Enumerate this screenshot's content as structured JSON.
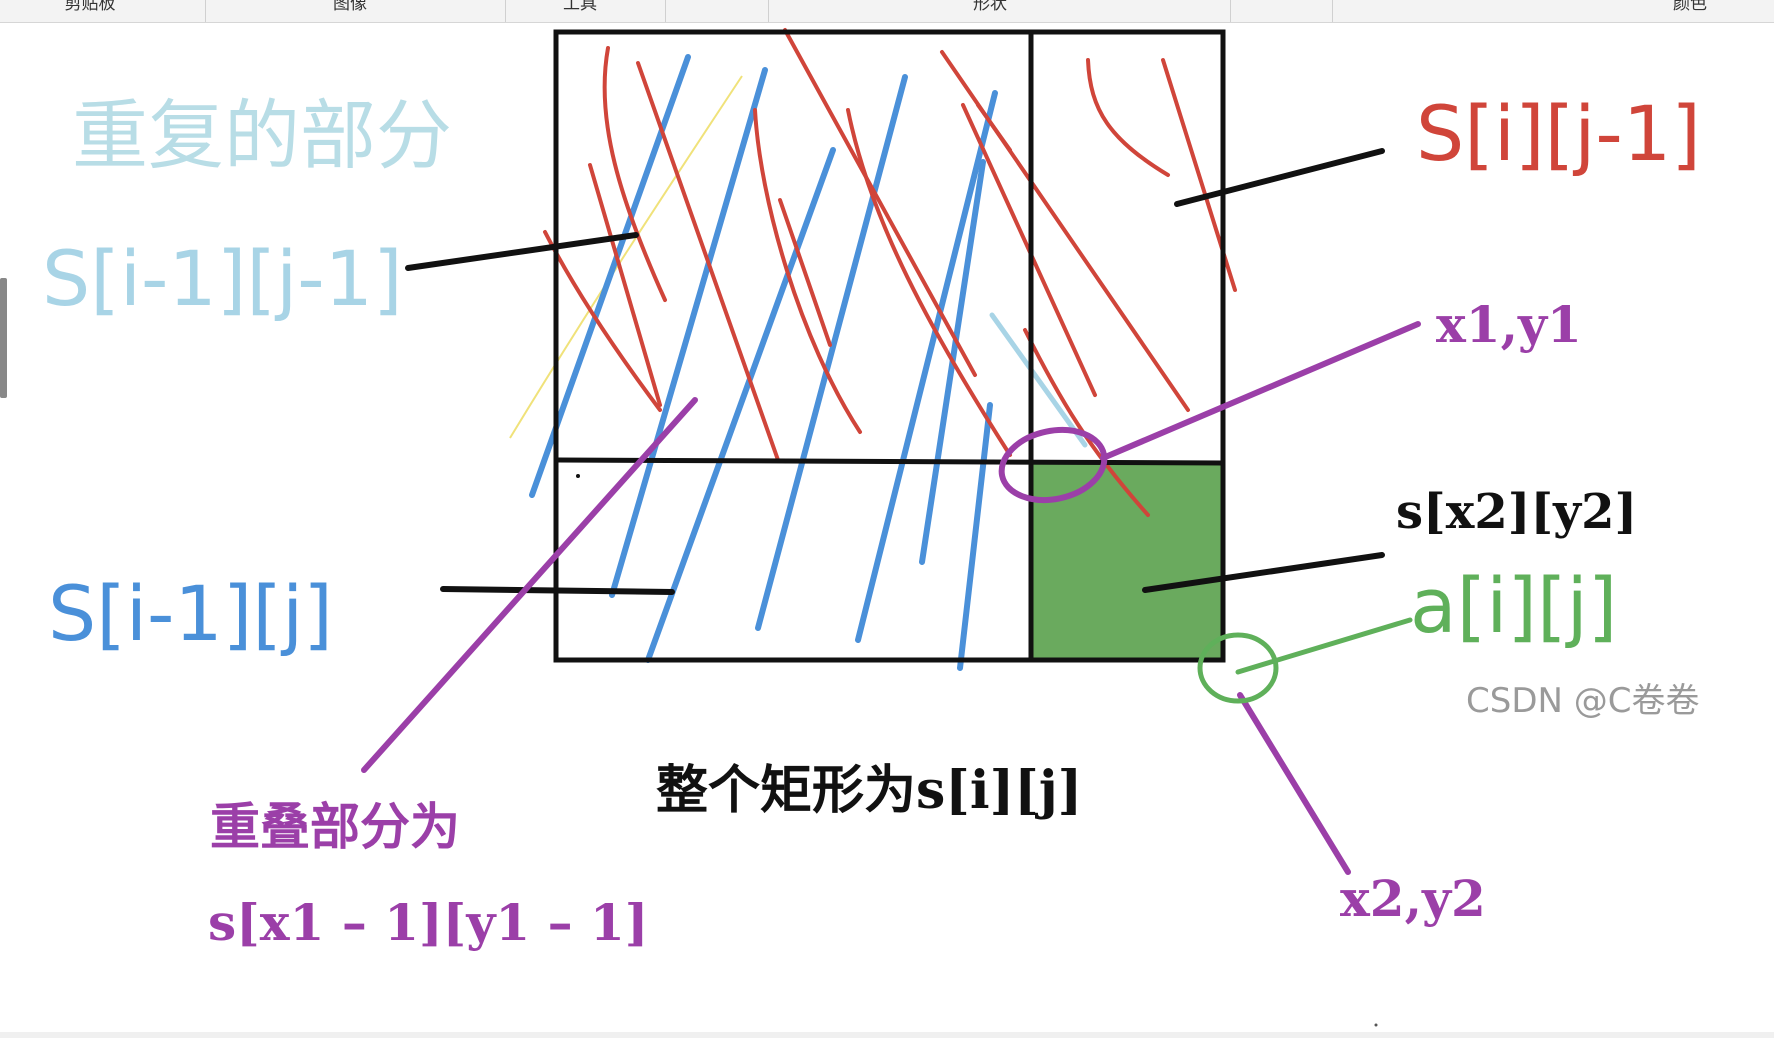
{
  "toolbar": {
    "groups": [
      "剪贴板",
      "图像",
      "工具",
      "形状",
      "颜色"
    ]
  },
  "labels": {
    "repeat_part": "重复的部分",
    "s_i_1_j_1": "S[i-1][j-1]",
    "s_i_j_1": "S[i][j-1]",
    "s_i_1_j": "S[i-1][j]",
    "x1y1": "x1,y1",
    "s_x2_y2": "s[x2][y2]",
    "a_i_j": "a[i][j]",
    "x2y2": "x2,y2",
    "whole": "整个矩形为s[i][j]",
    "overlap_line1": "重叠部分为",
    "overlap_line2": "s[x1 – 1][y1 – 1]",
    "watermark": "CSDN @C卷卷"
  },
  "colors": {
    "green_cell": "#6aaa5e",
    "red_ink": "#d0453a",
    "blue_ink": "#4a90d9",
    "light_blue_ink": "#a8d4e6",
    "purple_ink": "#9b3fa8",
    "green_ink": "#5fb05a",
    "yellow_ink": "#f0e27a"
  }
}
